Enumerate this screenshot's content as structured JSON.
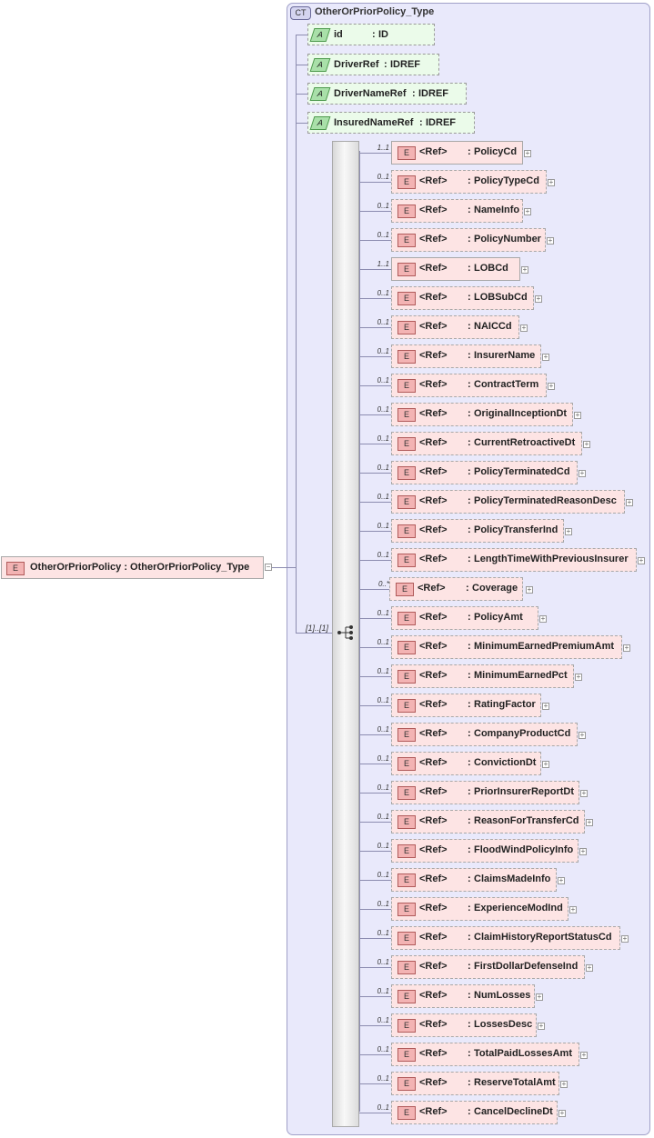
{
  "complex_type": {
    "badge": "CT",
    "name": "OtherOrPriorPolicy_Type"
  },
  "root": {
    "badge": "E",
    "name": "OtherOrPriorPolicy",
    "sep": " : ",
    "type": "OtherOrPriorPolicy_Type"
  },
  "attributes": [
    {
      "badge": "A",
      "name": "id",
      "type": "ID"
    },
    {
      "badge": "A",
      "name": "DriverRef",
      "type": "IDREF"
    },
    {
      "badge": "A",
      "name": "DriverNameRef",
      "type": "IDREF"
    },
    {
      "badge": "A",
      "name": "InsuredNameRef",
      "type": "IDREF"
    }
  ],
  "sequence": {
    "cardinality": "[1]..[1]"
  },
  "element_badge": "E",
  "ref_label": "<Ref>",
  "elements": [
    {
      "card": "1..1",
      "name": "PolicyCd"
    },
    {
      "card": "0..1",
      "name": "PolicyTypeCd"
    },
    {
      "card": "0..1",
      "name": "NameInfo"
    },
    {
      "card": "0..1",
      "name": "PolicyNumber"
    },
    {
      "card": "1..1",
      "name": "LOBCd"
    },
    {
      "card": "0..1",
      "name": "LOBSubCd"
    },
    {
      "card": "0..1",
      "name": "NAICCd"
    },
    {
      "card": "0..1",
      "name": "InsurerName"
    },
    {
      "card": "0..1",
      "name": "ContractTerm"
    },
    {
      "card": "0..1",
      "name": "OriginalInceptionDt"
    },
    {
      "card": "0..1",
      "name": "CurrentRetroactiveDt"
    },
    {
      "card": "0..1",
      "name": "PolicyTerminatedCd"
    },
    {
      "card": "0..1",
      "name": "PolicyTerminatedReasonDesc"
    },
    {
      "card": "0..1",
      "name": "PolicyTransferInd"
    },
    {
      "card": "0..1",
      "name": "LengthTimeWithPreviousInsurer"
    },
    {
      "card": "0..*",
      "name": "Coverage"
    },
    {
      "card": "0..1",
      "name": "PolicyAmt"
    },
    {
      "card": "0..1",
      "name": "MinimumEarnedPremiumAmt"
    },
    {
      "card": "0..1",
      "name": "MinimumEarnedPct"
    },
    {
      "card": "0..1",
      "name": "RatingFactor"
    },
    {
      "card": "0..1",
      "name": "CompanyProductCd"
    },
    {
      "card": "0..1",
      "name": "ConvictionDt"
    },
    {
      "card": "0..1",
      "name": "PriorInsurerReportDt"
    },
    {
      "card": "0..1",
      "name": "ReasonForTransferCd"
    },
    {
      "card": "0..1",
      "name": "FloodWindPolicyInfo"
    },
    {
      "card": "0..1",
      "name": "ClaimsMadeInfo"
    },
    {
      "card": "0..1",
      "name": "ExperienceModInd"
    },
    {
      "card": "0..1",
      "name": "ClaimHistoryReportStatusCd"
    },
    {
      "card": "0..1",
      "name": "FirstDollarDefenseInd"
    },
    {
      "card": "0..1",
      "name": "NumLosses"
    },
    {
      "card": "0..1",
      "name": "LossesDesc"
    },
    {
      "card": "0..1",
      "name": "TotalPaidLossesAmt"
    },
    {
      "card": "0..1",
      "name": "ReserveTotalAmt"
    },
    {
      "card": "0..1",
      "name": "CancelDeclineDt"
    }
  ]
}
